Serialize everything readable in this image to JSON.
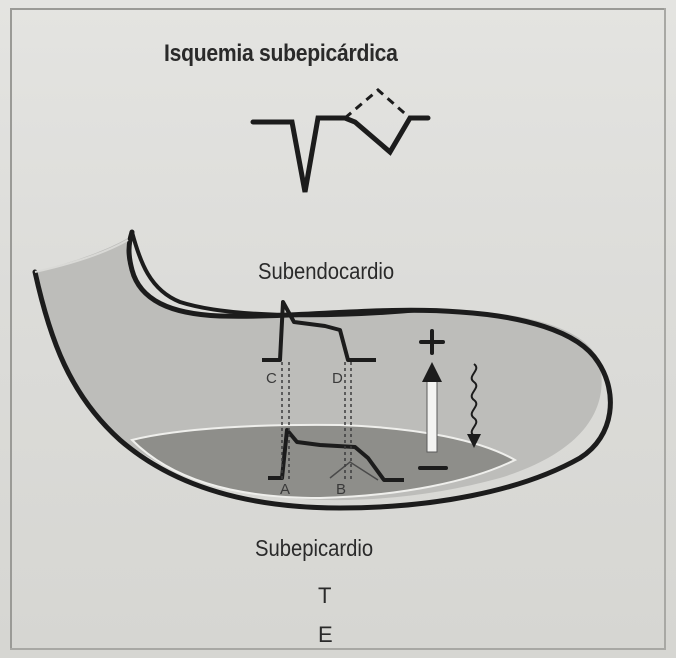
{
  "title": "Isquemia subepicárdica",
  "subendocardio_label": "Subendocardio",
  "subepicardio_label": "Subepicardio",
  "potential_labels": {
    "c": "C",
    "d": "D",
    "a": "A",
    "b": "B"
  },
  "sign_plus": "+",
  "sign_minus": "−",
  "bottom_letters": {
    "t": "T",
    "e": "E"
  },
  "colors": {
    "background": "#dcdcd9",
    "heart_wall": "#b9b9b6",
    "subepicardial_zone": "#8f8f8b",
    "outline": "#1c1c1c"
  }
}
